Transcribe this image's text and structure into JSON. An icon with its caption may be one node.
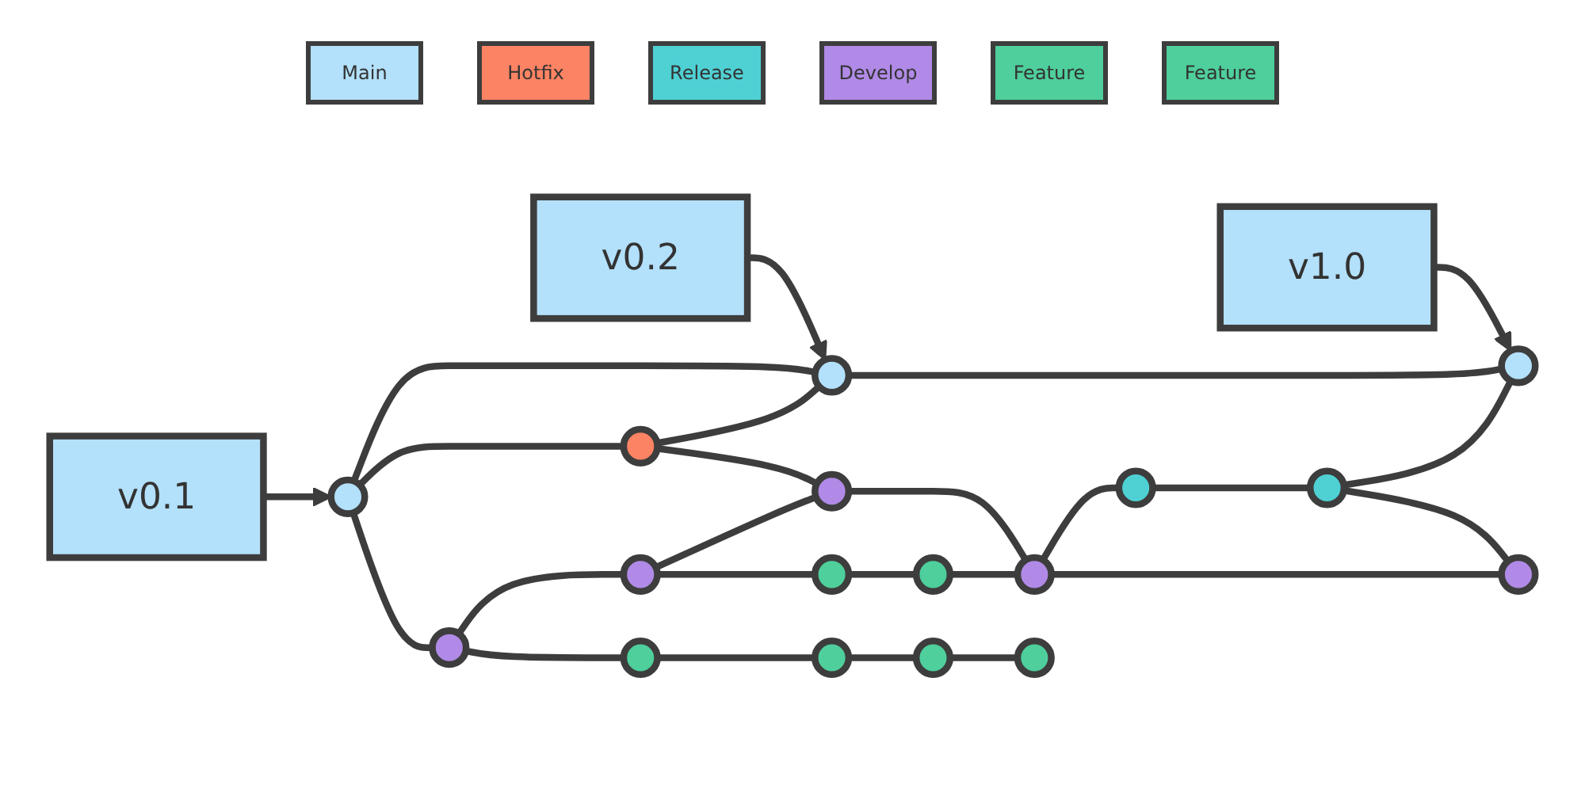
{
  "diagram": {
    "nodes": [
      {
        "text": [
          "v0.1"
        ]
      },
      {
        "text": [
          "v0.2"
        ]
      },
      {
        "text": [
          "v1.0"
        ]
      },
      {
        "text": [],
        "shape": "circle"
      },
      {
        "text": [],
        "shape": "circle"
      },
      {
        "text": [],
        "shape": "circle"
      },
      {
        "text": [],
        "shape": "circle"
      },
      {
        "text": [],
        "shape": "circle"
      },
      {
        "text": [],
        "shape": "circle"
      },
      {
        "text": [],
        "shape": "circle"
      },
      {
        "text": [],
        "shape": "circle"
      },
      {
        "text": [],
        "shape": "circle"
      },
      {
        "text": [],
        "shape": "circle"
      },
      {
        "text": [],
        "shape": "circle"
      },
      {
        "text": [],
        "shape": "circle"
      },
      {
        "text": [],
        "shape": "circle"
      },
      {
        "text": [],
        "shape": "circle"
      },
      {
        "text": [],
        "shape": "circle"
      },
      {
        "text": [],
        "shape": "circle"
      },
      {
        "text": [],
        "shape": "circle"
      }
    ],
    "edges": [
      {
        "from": 0,
        "to": 3,
        "arrow": "to"
      },
      {
        "from": 1,
        "to": 4,
        "arrow": "to"
      },
      {
        "from": 2,
        "to": 5,
        "arrow": "to"
      },
      {
        "from": 3,
        "to": 4,
        "arrow": "none"
      },
      {
        "from": 3,
        "to": 6,
        "arrow": "none"
      },
      {
        "from": 6,
        "to": 4,
        "arrow": "none"
      },
      {
        "from": 4,
        "to": 5,
        "arrow": "none"
      },
      {
        "from": 3,
        "to": 9,
        "arrow": "none"
      },
      {
        "from": 6,
        "to": 11,
        "arrow": "none"
      },
      {
        "from": 9,
        "to": 10,
        "arrow": "none"
      },
      {
        "from": 10,
        "to": 11,
        "arrow": "none"
      },
      {
        "from": 10,
        "to": 14,
        "arrow": "none"
      },
      {
        "from": 14,
        "to": 15,
        "arrow": "none"
      },
      {
        "from": 15,
        "to": 12,
        "arrow": "none"
      },
      {
        "from": 11,
        "to": 12,
        "arrow": "none"
      },
      {
        "from": 12,
        "to": 7,
        "arrow": "none"
      },
      {
        "from": 7,
        "to": 8,
        "arrow": "none"
      },
      {
        "from": 8,
        "to": 5,
        "arrow": "none"
      },
      {
        "from": 8,
        "to": 13,
        "arrow": "none"
      },
      {
        "from": 12,
        "to": 13,
        "arrow": "none"
      },
      {
        "from": 9,
        "to": 16,
        "arrow": "none"
      },
      {
        "from": 16,
        "to": 17,
        "arrow": "none"
      },
      {
        "from": 17,
        "to": 18,
        "arrow": "none"
      },
      {
        "from": 18,
        "to": 19,
        "arrow": "none"
      }
    ],
    "legend": [
      {
        "text": "Main",
        "color": "#b3e0fb"
      },
      {
        "text": "Hotfix",
        "color": "#fc8363"
      },
      {
        "text": "Release",
        "color": "#4fd1d4"
      },
      {
        "text": "Develop",
        "color": "#b08ae6"
      },
      {
        "text": "Feature",
        "color": "#4ecf9b"
      },
      {
        "text": "Feature",
        "color": "#4ecf9b"
      }
    ]
  }
}
